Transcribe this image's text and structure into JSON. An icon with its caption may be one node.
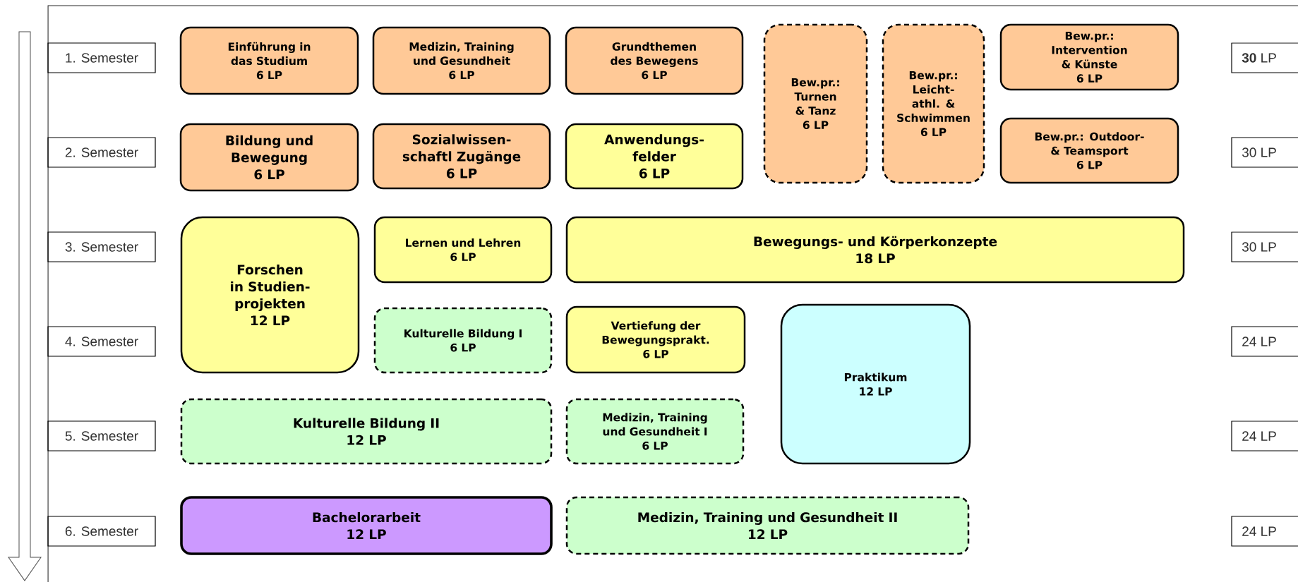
{
  "diagram": {
    "nodes": [
      {
        "text": [
          "1. Semester"
        ]
      },
      {
        "text": [
          "Einführung in das Studium",
          "6 LP"
        ]
      },
      {
        "text": [
          "Medizin, Training und Gesundheit",
          "6 LP"
        ]
      },
      {
        "text": [
          "Grundthemen des Bewegens",
          "6 LP"
        ]
      },
      {
        "text": [
          "Bew.pr.: Turnen & Tanz",
          "6 LP"
        ]
      },
      {
        "text": [
          "Bew.pr.: Leicht-athl. & Schwimmen",
          "6 LP"
        ]
      },
      {
        "text": [
          "Bew.pr.: Intervention & Künste",
          "6 LP"
        ]
      },
      {
        "text": [
          "**30** LP"
        ]
      },
      {
        "text": [
          "2. Semester"
        ]
      },
      {
        "text": [
          "Bildung und Bewegung",
          "6 LP"
        ]
      },
      {
        "text": [
          "Sozialwissen-schaftl Zugänge",
          "6 LP"
        ]
      },
      {
        "text": [
          "Anwendungs-felder",
          "6 LP"
        ]
      },
      {
        "text": [
          "Bew.pr.: Outdoor- & Teamsport",
          "6 LP"
        ]
      },
      {
        "text": [
          "30 LP"
        ]
      },
      {
        "text": [
          "3. Semester"
        ]
      },
      {
        "text": [
          "Forschen in Studien-projekten",
          "12 LP"
        ]
      },
      {
        "text": [
          "Lernen und Lehren",
          "6 LP"
        ]
      },
      {
        "text": [
          "Bewegungs- und Körperkonzepte",
          "18 LP"
        ]
      },
      {
        "text": [
          "30 LP"
        ]
      },
      {
        "text": [
          "4. Semester"
        ]
      },
      {
        "text": [
          "Kulturelle Bildung I",
          "6 LP"
        ]
      },
      {
        "text": [
          "Vertiefung der Bewegungsprakt.",
          "6 LP"
        ]
      },
      {
        "text": [
          "Praktikum",
          "12 LP"
        ]
      },
      {
        "text": [
          "24 LP"
        ]
      },
      {
        "text": [
          "5. Semester"
        ]
      },
      {
        "text": [
          "Kulturelle Bildung II",
          "12 LP"
        ]
      },
      {
        "text": [
          "Medizin, Training und Gesundheit I",
          "6 LP"
        ]
      },
      {
        "text": [
          "24 LP"
        ]
      },
      {
        "text": [
          "6. Semester"
        ]
      },
      {
        "text": [
          "Bachelorarbeit",
          "12 LP"
        ]
      },
      {
        "text": [
          "Medizin, Training und Gesundheit II",
          "12 LP"
        ]
      },
      {
        "text": [
          "24 LP"
        ]
      }
    ]
  }
}
